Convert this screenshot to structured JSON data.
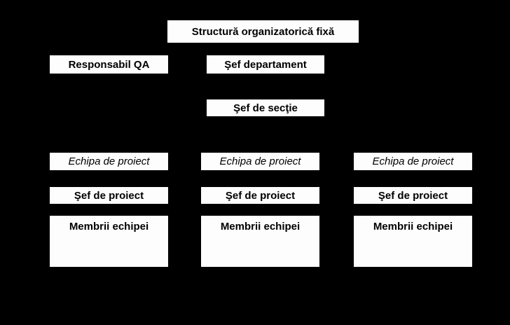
{
  "diagram": {
    "title": "Structură organizatorică fixă",
    "nodes": {
      "qa": "Responsabil QA",
      "department": "Şef departament",
      "section": "Şef de secţie"
    },
    "columns": [
      {
        "team": "Echipa de proiect",
        "lead": "Şef de proiect",
        "members": "Membrii echipei"
      },
      {
        "team": "Echipa de proiect",
        "lead": "Şef de proiect",
        "members": "Membrii echipei"
      },
      {
        "team": "Echipa de proiect",
        "lead": "Şef de proiect",
        "members": "Membrii echipei"
      }
    ],
    "colors": {
      "background": "#000000",
      "box_fill": "#fdfdfd",
      "text": "#000000"
    }
  }
}
